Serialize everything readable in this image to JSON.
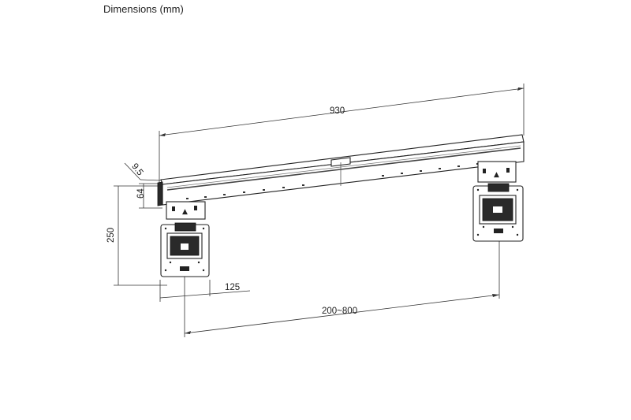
{
  "header": {
    "title": "Dimensions (mm)"
  },
  "dimensions": {
    "width": "930",
    "depth": "9.5",
    "rail_height": "64",
    "bracket_height": "250",
    "bracket_width": "125",
    "bracket_spacing": "200~800"
  }
}
